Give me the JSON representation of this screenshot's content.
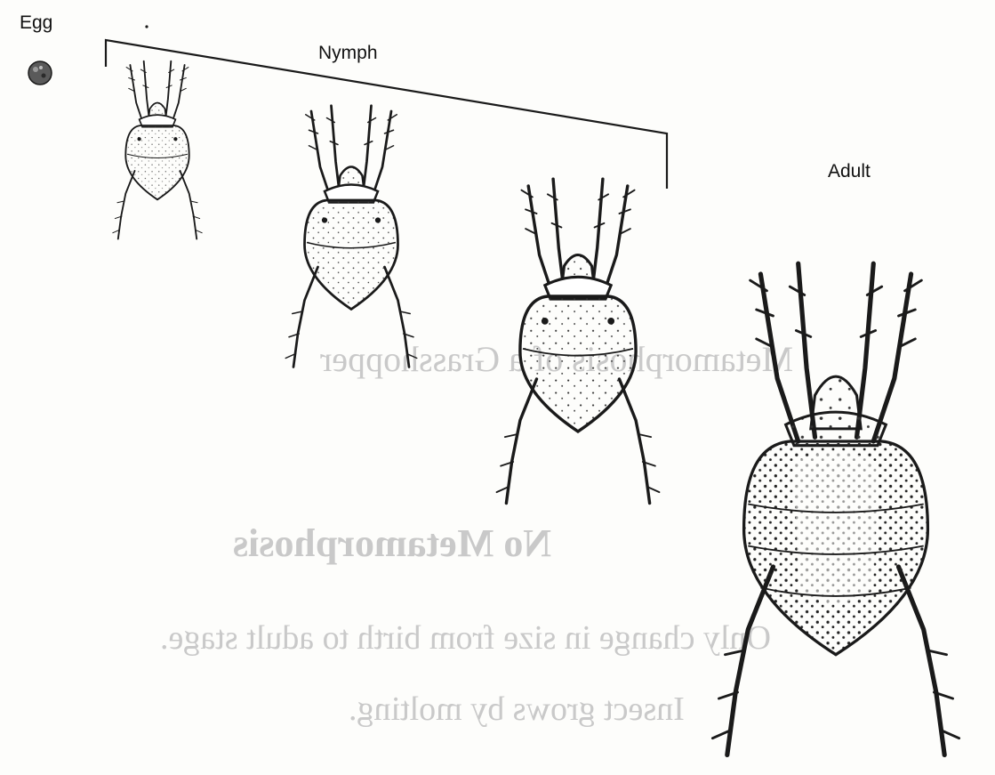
{
  "labels": {
    "egg": "Egg",
    "nymph": "Nymph",
    "adult": "Adult"
  },
  "bleed_through": {
    "line1": "Metamorphosis of a Grasshopper",
    "heading": "No Metamorphosis",
    "line2": "Only change in size from birth to adult stage.",
    "line3": "Insect grows by molting."
  },
  "colors": {
    "ink": "#1a1a1a",
    "paper": "#fdfdfb",
    "ghost": "#c9c9c9",
    "egg": "#555555"
  }
}
